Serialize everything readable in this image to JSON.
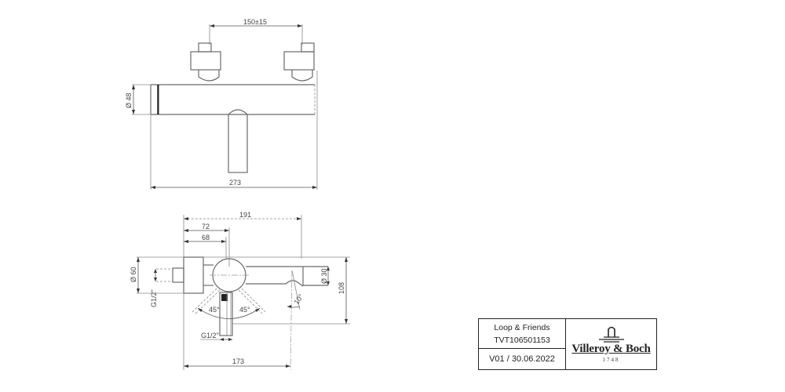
{
  "drawing": {
    "front_view": {
      "dimensions": {
        "center_distance": "150±15",
        "overall_length": "273",
        "body_diameter": "Ø 48"
      }
    },
    "top_view": {
      "dimensions": {
        "length_to_spout_end": "191",
        "dim_72": "72",
        "dim_68": "68",
        "dim_173": "173",
        "depth": "108",
        "rosette_diameter": "Ø 60",
        "spout_diameter": "Ø 30",
        "thread_inlet": "G1/2\"",
        "thread_outlet": "G1/2\"",
        "angle_left": "45°",
        "angle_right": "45°",
        "spout_angle": "10°"
      }
    }
  },
  "title_block": {
    "product_line": "Loop & Friends",
    "article_number": "TVT106501153",
    "version_date": "V01 / 30.06.2022",
    "brand_name": "Villeroy & Boch",
    "brand_year": "1748",
    "logo_icon": "villeroy-boch-fountain-icon"
  }
}
